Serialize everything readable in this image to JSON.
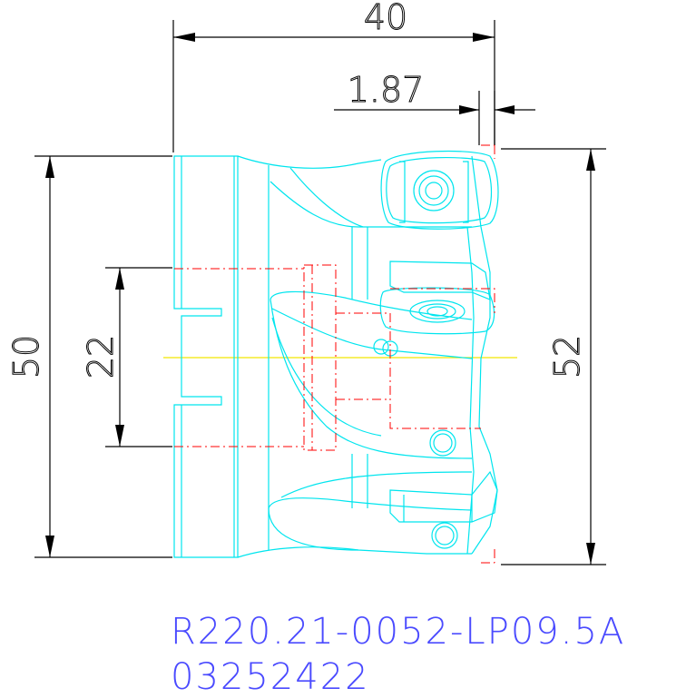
{
  "dimensions": {
    "width_top": "40",
    "offset_top": "1.87",
    "height_left": "50",
    "bore": "22",
    "height_right": "52"
  },
  "title_block": {
    "part_number": "R220.21-0052-LP09.5A",
    "item_number": "03252422"
  },
  "colors": {
    "outline": "#00e5ee",
    "hidden_lines": "#ff0000",
    "center_line": "#f2e600",
    "dimension_lines": "#000000",
    "label_text": "#4a4aff"
  }
}
